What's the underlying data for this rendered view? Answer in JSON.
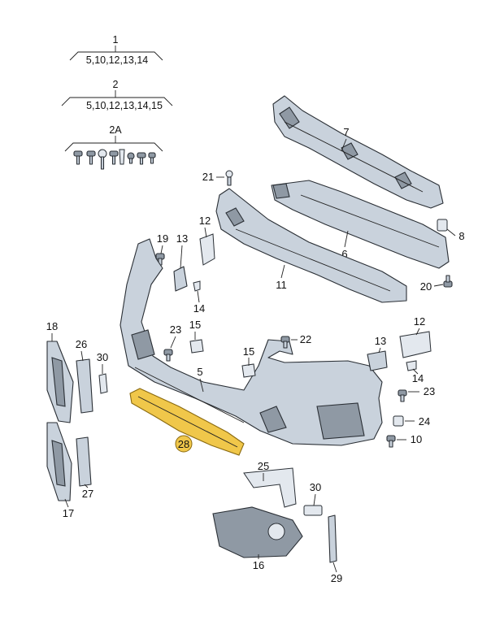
{
  "diagram": {
    "groups": [
      {
        "id": "group-1",
        "number": "1",
        "items": "5,10,12,13,14"
      },
      {
        "id": "group-2",
        "number": "2",
        "items": "5,10,12,13,14,15"
      },
      {
        "id": "group-2a",
        "number": "2A"
      }
    ],
    "labels": {
      "p7": "7",
      "p21": "21",
      "p12a": "12",
      "p8": "8",
      "p6": "6",
      "p19": "19",
      "p13a": "13",
      "p11": "11",
      "p20": "20",
      "p14a": "14",
      "p18": "18",
      "p23a": "23",
      "p15a": "15",
      "p22": "22",
      "p12b": "12",
      "p26": "26",
      "p30a": "30",
      "p15b": "15",
      "p13b": "13",
      "p5": "5",
      "p14b": "14",
      "p23b": "23",
      "p24": "24",
      "p10": "10",
      "p28": "28",
      "p17": "17",
      "p27": "27",
      "p25": "25",
      "p30b": "30",
      "p16": "16",
      "p29": "29"
    },
    "highlight_color": "#f0c74a",
    "part_color": "#c9d2dc"
  }
}
